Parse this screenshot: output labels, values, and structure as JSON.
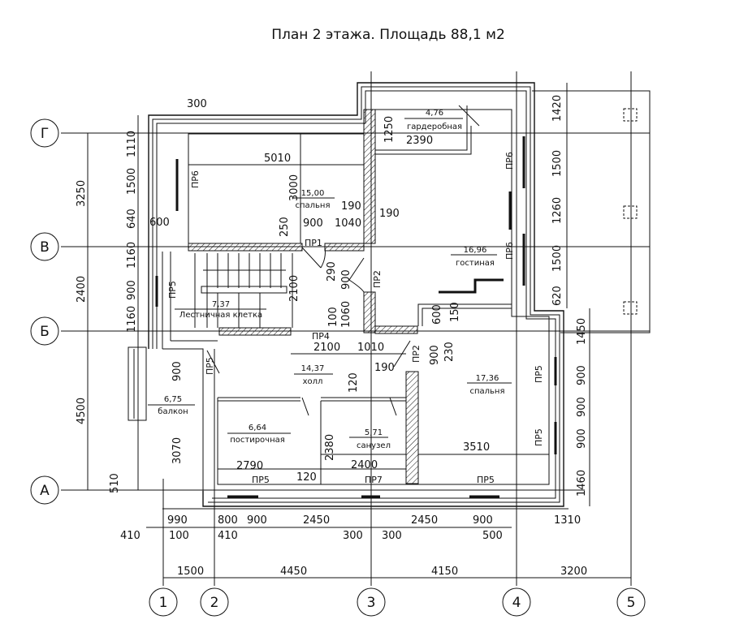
{
  "title": "План 2 этажа. Площадь 88,1 м2",
  "axes": {
    "rows": [
      "Г",
      "В",
      "Б",
      "А"
    ],
    "cols": [
      "1",
      "2",
      "3",
      "4",
      "5"
    ]
  },
  "rooms": [
    {
      "area": "15,00",
      "name": "спальня"
    },
    {
      "area": "4,76",
      "name": "гардеробная"
    },
    {
      "area": "7,37",
      "name": "Лестничная клетка"
    },
    {
      "area": "16,96",
      "name": "гостиная"
    },
    {
      "area": "14,37",
      "name": "холл"
    },
    {
      "area": "6,75",
      "name": "балкон"
    },
    {
      "area": "6,64",
      "name": "постирочная"
    },
    {
      "area": "5,71",
      "name": "санузел"
    },
    {
      "area": "17,36",
      "name": "спальня"
    }
  ],
  "openings": [
    "ПР6",
    "ПР1",
    "ПР5",
    "ПР2",
    "ПР4",
    "ПР2",
    "ПР5",
    "ПР6",
    "ПР6",
    "ПР5",
    "ПР5",
    "ПР5",
    "ПР7",
    "ПР5"
  ],
  "dims_left": [
    "3250",
    "2400",
    "4500",
    "1110",
    "1500",
    "640",
    "1160",
    "900",
    "1160",
    "510"
  ],
  "dims_inner": [
    "300",
    "5010",
    "3000",
    "600",
    "250",
    "900",
    "1040",
    "190",
    "190",
    "290",
    "900",
    "2100",
    "100",
    "1060",
    "2100",
    "1010",
    "190",
    "900",
    "230",
    "600",
    "150",
    "1250",
    "2390",
    "900",
    "3070",
    "120",
    "2380",
    "2790",
    "120",
    "2400",
    "3510"
  ],
  "dims_right": [
    "1420",
    "1500",
    "1260",
    "1500",
    "620",
    "1450",
    "900",
    "900",
    "900",
    "1460"
  ],
  "dims_bottom": [
    "990",
    "800",
    "900",
    "2450",
    "2450",
    "900",
    "1310",
    "410",
    "100",
    "410",
    "300",
    "300",
    "500"
  ],
  "dims_axes": [
    "1500",
    "4450",
    "4150",
    "3200"
  ]
}
